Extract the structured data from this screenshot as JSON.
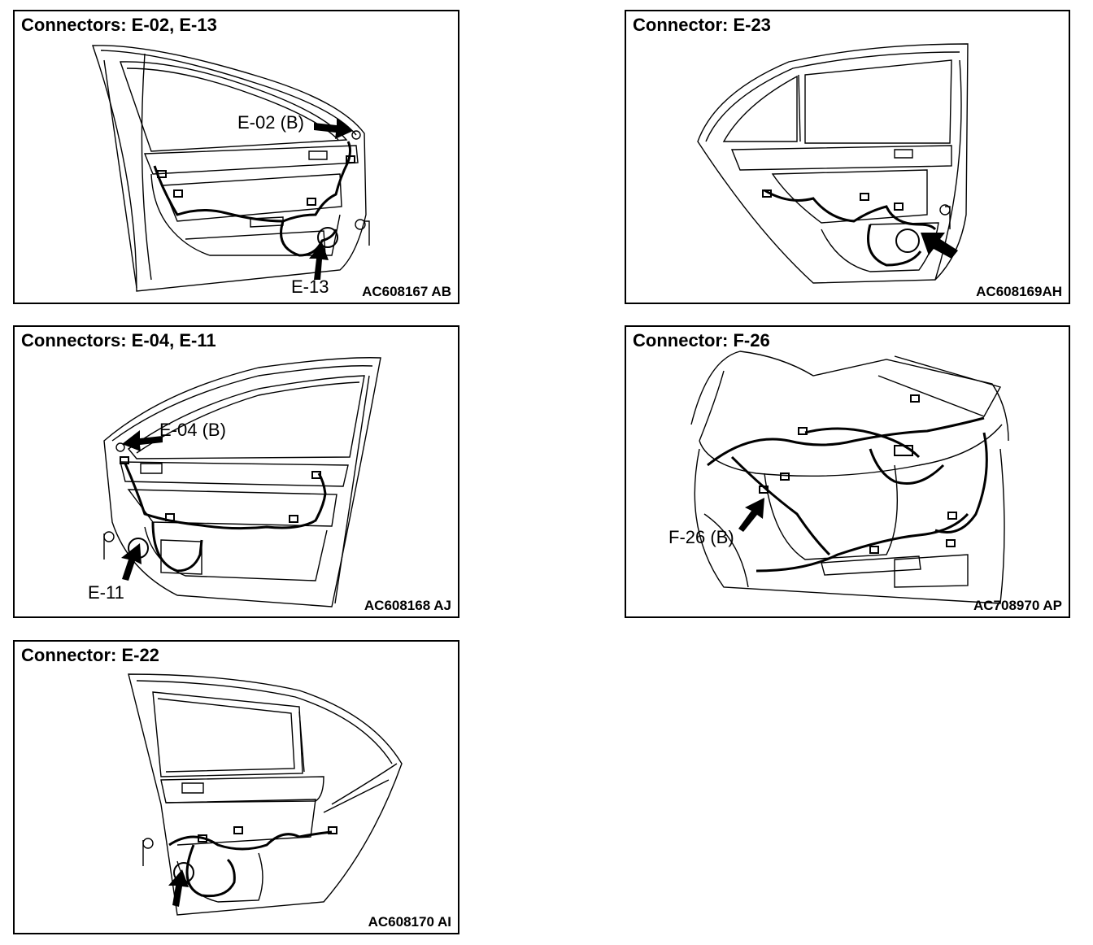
{
  "panels": [
    {
      "title": "Connectors: E-02, E-13",
      "code": "AC608167 AB",
      "callouts": [
        "E-02 (B)",
        "E-13"
      ]
    },
    {
      "title": "Connector: E-23",
      "code": "AC608169AH",
      "callouts": []
    },
    {
      "title": "Connectors: E-04, E-11",
      "code": "AC608168 AJ",
      "callouts": [
        "E-04 (B)",
        "E-11"
      ]
    },
    {
      "title": "Connector: F-26",
      "code": "AC708970 AP",
      "callouts": [
        "F-26 (B)"
      ]
    },
    {
      "title": "Connector: E-22",
      "code": "AC608170 AI",
      "callouts": []
    }
  ],
  "icons": {
    "pointer": "pointer-arrow-icon"
  }
}
